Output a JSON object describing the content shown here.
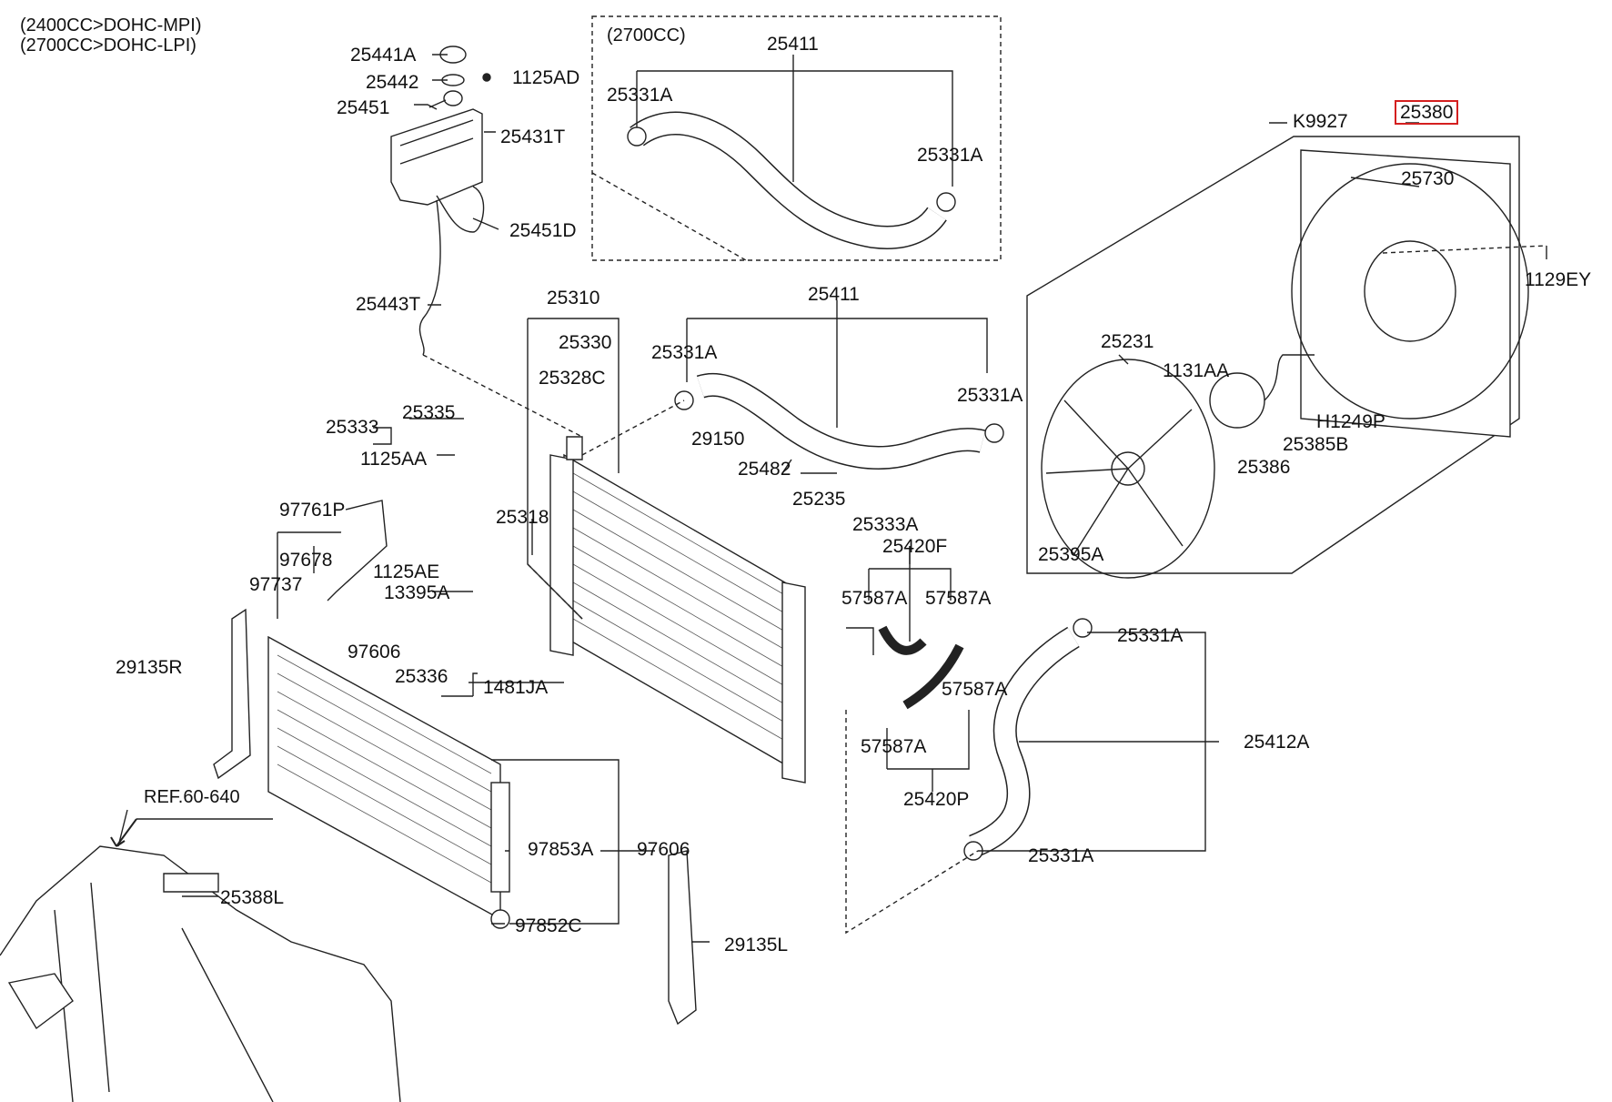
{
  "header": {
    "line1": "(2400CC>DOHC-MPI)",
    "line2": "(2700CC>DOHC-LPI)"
  },
  "inset_label": "(2700CC)",
  "ref_label": "REF.60-640",
  "highlight_part": "25380",
  "part_labels": [
    {
      "id": "p1",
      "text": "25441A"
    },
    {
      "id": "p2",
      "text": "25442"
    },
    {
      "id": "p3",
      "text": "1125AD"
    },
    {
      "id": "p4",
      "text": "25451"
    },
    {
      "id": "p5",
      "text": "25431T"
    },
    {
      "id": "p6",
      "text": "25451D"
    },
    {
      "id": "p7",
      "text": "25443T"
    },
    {
      "id": "p8",
      "text": "25411"
    },
    {
      "id": "p9",
      "text": "25331A"
    },
    {
      "id": "p10",
      "text": "25331A"
    },
    {
      "id": "p11",
      "text": "K9927"
    },
    {
      "id": "p12",
      "text": "25380"
    },
    {
      "id": "p13",
      "text": "25730"
    },
    {
      "id": "p14",
      "text": "1129EY"
    },
    {
      "id": "p15",
      "text": "25310"
    },
    {
      "id": "p16",
      "text": "25330"
    },
    {
      "id": "p17",
      "text": "25328C"
    },
    {
      "id": "p18",
      "text": "25411"
    },
    {
      "id": "p19",
      "text": "25331A"
    },
    {
      "id": "p20",
      "text": "25331A"
    },
    {
      "id": "p21",
      "text": "25231"
    },
    {
      "id": "p22",
      "text": "1131AA"
    },
    {
      "id": "p23",
      "text": "H1249P"
    },
    {
      "id": "p24",
      "text": "25385B"
    },
    {
      "id": "p25",
      "text": "25386"
    },
    {
      "id": "p26",
      "text": "25395A"
    },
    {
      "id": "p27",
      "text": "25335"
    },
    {
      "id": "p28",
      "text": "25333"
    },
    {
      "id": "p29",
      "text": "1125AA"
    },
    {
      "id": "p30",
      "text": "29150"
    },
    {
      "id": "p31",
      "text": "25482"
    },
    {
      "id": "p32",
      "text": "25235"
    },
    {
      "id": "p33",
      "text": "25333A"
    },
    {
      "id": "p34",
      "text": "25318"
    },
    {
      "id": "p35",
      "text": "25420F"
    },
    {
      "id": "p36",
      "text": "97761P"
    },
    {
      "id": "p37",
      "text": "97678"
    },
    {
      "id": "p38",
      "text": "1125AE"
    },
    {
      "id": "p39",
      "text": "97737"
    },
    {
      "id": "p40",
      "text": "13395A"
    },
    {
      "id": "p41",
      "text": "57587A"
    },
    {
      "id": "p42",
      "text": "57587A"
    },
    {
      "id": "p43",
      "text": "25331A"
    },
    {
      "id": "p44",
      "text": "29135R"
    },
    {
      "id": "p45",
      "text": "97606"
    },
    {
      "id": "p46",
      "text": "25336"
    },
    {
      "id": "p47",
      "text": "1481JA"
    },
    {
      "id": "p48",
      "text": "57587A"
    },
    {
      "id": "p49",
      "text": "25412A"
    },
    {
      "id": "p50",
      "text": "57587A"
    },
    {
      "id": "p51",
      "text": "25420P"
    },
    {
      "id": "p52",
      "text": "97853A"
    },
    {
      "id": "p53",
      "text": "97606"
    },
    {
      "id": "p54",
      "text": "25331A"
    },
    {
      "id": "p55",
      "text": "25388L"
    },
    {
      "id": "p56",
      "text": "97852C"
    },
    {
      "id": "p57",
      "text": "29135L"
    }
  ]
}
